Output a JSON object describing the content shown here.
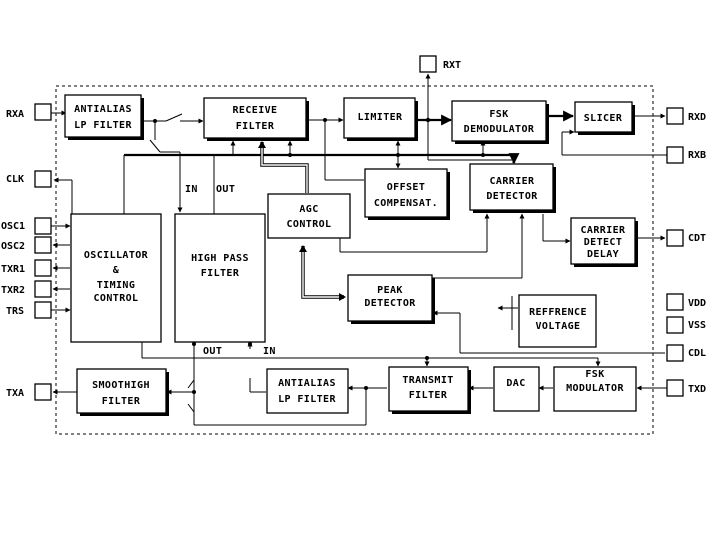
{
  "blocks": {
    "antialias_rx": [
      "ANTIALIAS",
      "LP FILTER"
    ],
    "receive_filter": [
      "RECEIVE",
      "FILTER"
    ],
    "limiter": [
      "LIMITER"
    ],
    "fsk_demod": [
      "FSK",
      "DEMODULATOR"
    ],
    "slicer": [
      "SLICER"
    ],
    "offset_comp": [
      "OFFSET",
      "COMPENSAT."
    ],
    "carrier_detector": [
      "CARRIER",
      "DETECTOR"
    ],
    "agc_control": [
      "AGC",
      "CONTROL"
    ],
    "carrier_detect_delay": [
      "CARRIER",
      "DETECT",
      "DELAY"
    ],
    "oscillator": [
      "OSCILLATOR",
      "&",
      "TIMING",
      "CONTROL"
    ],
    "high_pass_filter": [
      "HIGH PASS",
      "FILTER"
    ],
    "peak_detector": [
      "PEAK",
      "DETECTOR"
    ],
    "reference_voltage": [
      "REFFRENCE",
      "VOLTAGE"
    ],
    "smoothing_filter": [
      "SMOOTHIGH",
      "FILTER"
    ],
    "antialias_tx": [
      "ANTIALIAS",
      "LP FILTER"
    ],
    "transmit_filter": [
      "TRANSMIT",
      "FILTER"
    ],
    "dac": [
      "DAC"
    ],
    "fsk_modulator": [
      "FSK",
      "MODULATOR"
    ]
  },
  "pins": {
    "rxa": "RXA",
    "rxt": "RXT",
    "rxd": "RXD",
    "rxb": "RXB",
    "clk": "CLK",
    "osc1": "OSC1",
    "osc2": "OSC2",
    "txr1": "TXR1",
    "txr2": "TXR2",
    "trs": "TRS",
    "cdt": "CDT",
    "vdd": "VDD",
    "vss": "VSS",
    "cdl": "CDL",
    "txa": "TXA",
    "txd": "TXD"
  },
  "port_labels": {
    "hpf_in": "IN",
    "hpf_out": "OUT",
    "hpf_out_bottom": "OUT",
    "hpf_in_bottom": "IN"
  }
}
